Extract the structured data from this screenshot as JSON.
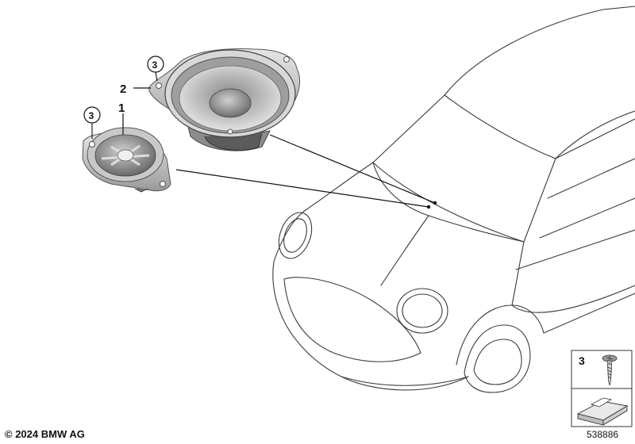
{
  "diagram": {
    "callouts": {
      "tweeter": "1",
      "midrange": "2",
      "screw_tweeter": "3",
      "screw_midrange": "3"
    },
    "legend": {
      "screw_label": "3"
    },
    "copyright": "© 2024 BMW AG",
    "document_number": "538886"
  }
}
